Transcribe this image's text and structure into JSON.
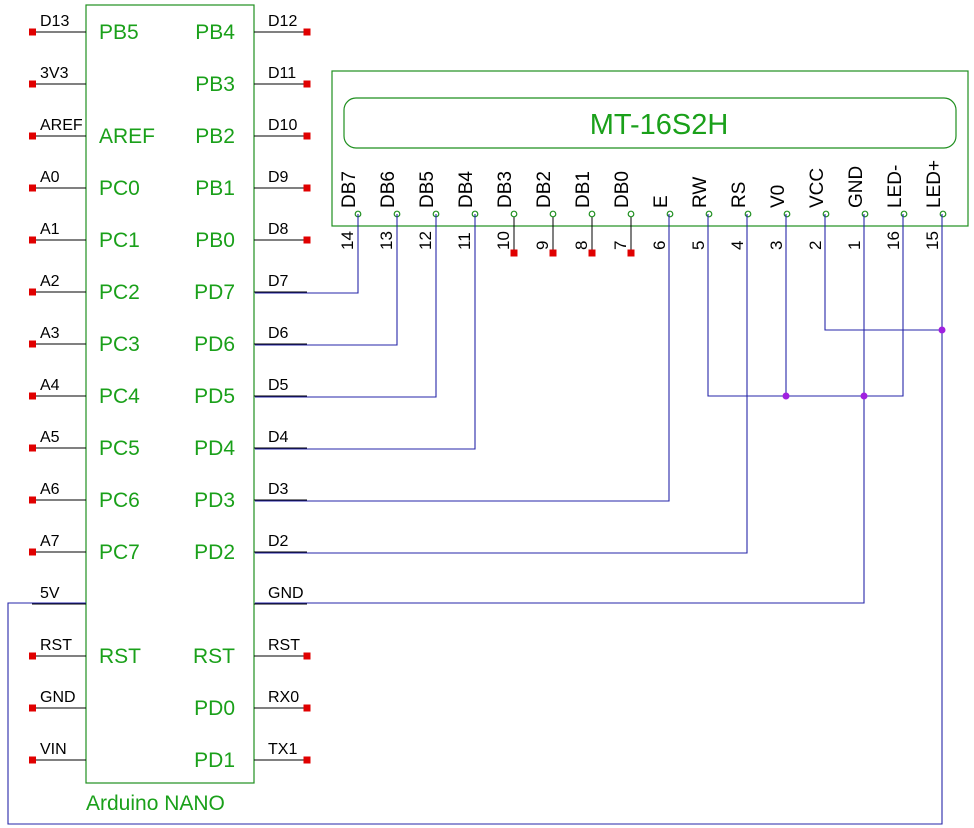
{
  "arduino": {
    "name": "Arduino NANO",
    "left_pins": [
      {
        "label": "D13",
        "port": "PB5",
        "end": true
      },
      {
        "label": "3V3",
        "port": "",
        "end": true
      },
      {
        "label": "AREF",
        "port": "AREF",
        "end": true
      },
      {
        "label": "A0",
        "port": "PC0",
        "end": true
      },
      {
        "label": "A1",
        "port": "PC1",
        "end": true
      },
      {
        "label": "A2",
        "port": "PC2",
        "end": true
      },
      {
        "label": "A3",
        "port": "PC3",
        "end": true
      },
      {
        "label": "A4",
        "port": "PC4",
        "end": true
      },
      {
        "label": "A5",
        "port": "PC5",
        "end": true
      },
      {
        "label": "A6",
        "port": "PC6",
        "end": true
      },
      {
        "label": "A7",
        "port": "PC7",
        "end": true
      },
      {
        "label": "5V",
        "port": "",
        "end": false
      },
      {
        "label": "RST",
        "port": "RST",
        "end": true
      },
      {
        "label": "GND",
        "port": "",
        "end": true
      },
      {
        "label": "VIN",
        "port": "",
        "end": true
      }
    ],
    "right_pins": [
      {
        "label": "D12",
        "port": "PB4",
        "end": true
      },
      {
        "label": "D11",
        "port": "PB3",
        "end": true
      },
      {
        "label": "D10",
        "port": "PB2",
        "end": true
      },
      {
        "label": "D9",
        "port": "PB1",
        "end": true
      },
      {
        "label": "D8",
        "port": "PB0",
        "end": true
      },
      {
        "label": "D7",
        "port": "PD7",
        "end": false
      },
      {
        "label": "D6",
        "port": "PD6",
        "end": false
      },
      {
        "label": "D5",
        "port": "PD5",
        "end": false
      },
      {
        "label": "D4",
        "port": "PD4",
        "end": false
      },
      {
        "label": "D3",
        "port": "PD3",
        "end": false
      },
      {
        "label": "D2",
        "port": "PD2",
        "end": false
      },
      {
        "label": "GND",
        "port": "",
        "end": false
      },
      {
        "label": "RST",
        "port": "RST",
        "end": true
      },
      {
        "label": "RX0",
        "port": "PD0",
        "end": true
      },
      {
        "label": "TX1",
        "port": "PD1",
        "end": true
      }
    ]
  },
  "lcd": {
    "name": "MT-16S2H",
    "pins": [
      {
        "name": "DB7",
        "num": "14",
        "end": false
      },
      {
        "name": "DB6",
        "num": "13",
        "end": false
      },
      {
        "name": "DB5",
        "num": "12",
        "end": false
      },
      {
        "name": "DB4",
        "num": "11",
        "end": false
      },
      {
        "name": "DB3",
        "num": "10",
        "end": true
      },
      {
        "name": "DB2",
        "num": "9",
        "end": true
      },
      {
        "name": "DB1",
        "num": "8",
        "end": true
      },
      {
        "name": "DB0",
        "num": "7",
        "end": true
      },
      {
        "name": "E",
        "num": "6",
        "end": false
      },
      {
        "name": "RW",
        "num": "5",
        "end": false
      },
      {
        "name": "RS",
        "num": "4",
        "end": false
      },
      {
        "name": "V0",
        "num": "3",
        "end": false
      },
      {
        "name": "VCC",
        "num": "2",
        "end": false
      },
      {
        "name": "GND",
        "num": "1",
        "end": false
      },
      {
        "name": "LED-",
        "num": "16",
        "end": false
      },
      {
        "name": "LED+",
        "num": "15",
        "end": false
      }
    ]
  },
  "connections": [
    {
      "from": "D7",
      "to": "DB7"
    },
    {
      "from": "D6",
      "to": "DB6"
    },
    {
      "from": "D5",
      "to": "DB5"
    },
    {
      "from": "D4",
      "to": "DB4"
    },
    {
      "from": "D3",
      "to": "E"
    },
    {
      "from": "D2",
      "to": "RS"
    },
    {
      "from": "GND",
      "to": "GND"
    },
    {
      "from": "5V",
      "to": "LED+"
    },
    {
      "from": "VCC",
      "to": "LED+"
    },
    {
      "from": "RW",
      "to": "GND"
    },
    {
      "from": "V0",
      "to": "GND"
    },
    {
      "from": "LED-",
      "to": "GND"
    }
  ],
  "colors": {
    "component": "#1f8f1f",
    "component_text": "#1aa01a",
    "wire": "#2626a8",
    "unconnected_end": "#e00000",
    "junction": "#a020e0"
  }
}
